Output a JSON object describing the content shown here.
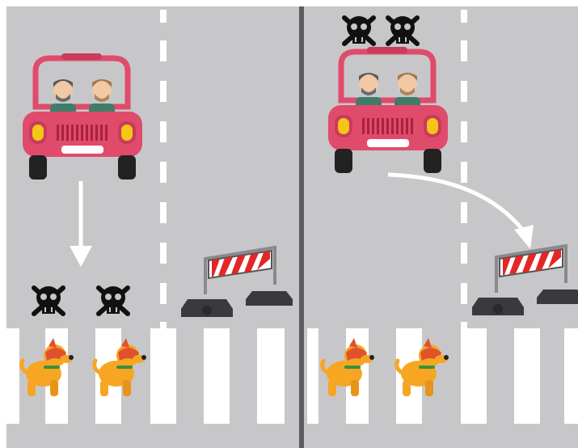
{
  "scenario": {
    "left_panel": {
      "outcome": "pedestrians-harmed",
      "car_direction": "straight",
      "occupant_count": 2,
      "pedestrian_count": 2,
      "pedestrian_type": "dog",
      "skull_count": 2,
      "skull_over": "pedestrians"
    },
    "right_panel": {
      "outcome": "passengers-harmed",
      "car_direction": "swerve-right",
      "occupant_count": 2,
      "pedestrian_count": 2,
      "pedestrian_type": "dog",
      "skull_count": 2,
      "skull_over": "passengers"
    }
  },
  "colors": {
    "road": "#c7c7c9",
    "lane_marking": "#ffffff",
    "divider": "#5e5e60",
    "car_body": "#e04b6c",
    "headlight": "#f5c518",
    "dog_body": "#f6a623",
    "dog_mask": "#e0522b",
    "barrier_stripe": "#e32626"
  },
  "icons": [
    "car-icon",
    "skull-crossbones-icon",
    "dog-icon",
    "road-barrier-icon",
    "arrow-down-icon",
    "curved-arrow-icon"
  ]
}
